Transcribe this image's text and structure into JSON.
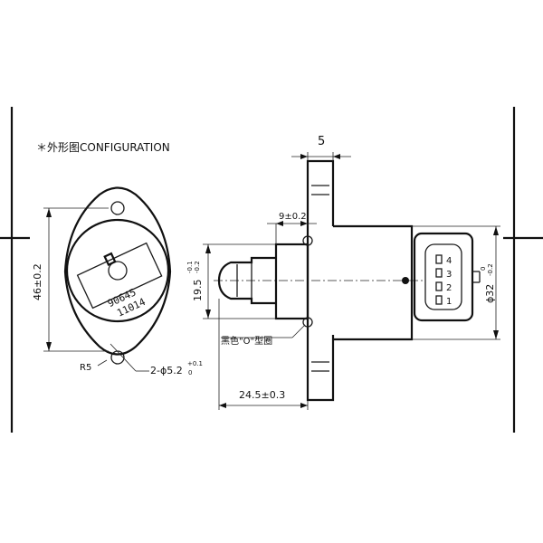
{
  "title": "＊外形图CONFIGURATION",
  "front_view": {
    "dim_height": "46±0.2",
    "radius": "R5",
    "hole_dim": "2-ϕ5.2",
    "hole_tol_upper": "+0.1",
    "hole_tol_lower": "0",
    "label_line1": "90645",
    "label_line2": "11014"
  },
  "side_view": {
    "dim_top": "5",
    "dim_flange": "9±0.2",
    "dim_plunger": "19.5",
    "plunger_tol_upper": "-0.1",
    "plunger_tol_lower": "-0.2",
    "dim_length": "24.5±0.3",
    "dim_body": "ϕ32",
    "body_tol_upper": "0",
    "body_tol_lower": "-0.2",
    "oring_note": "黑色\"O\"型圈",
    "pins": [
      "4",
      "3",
      "2",
      "1"
    ]
  }
}
